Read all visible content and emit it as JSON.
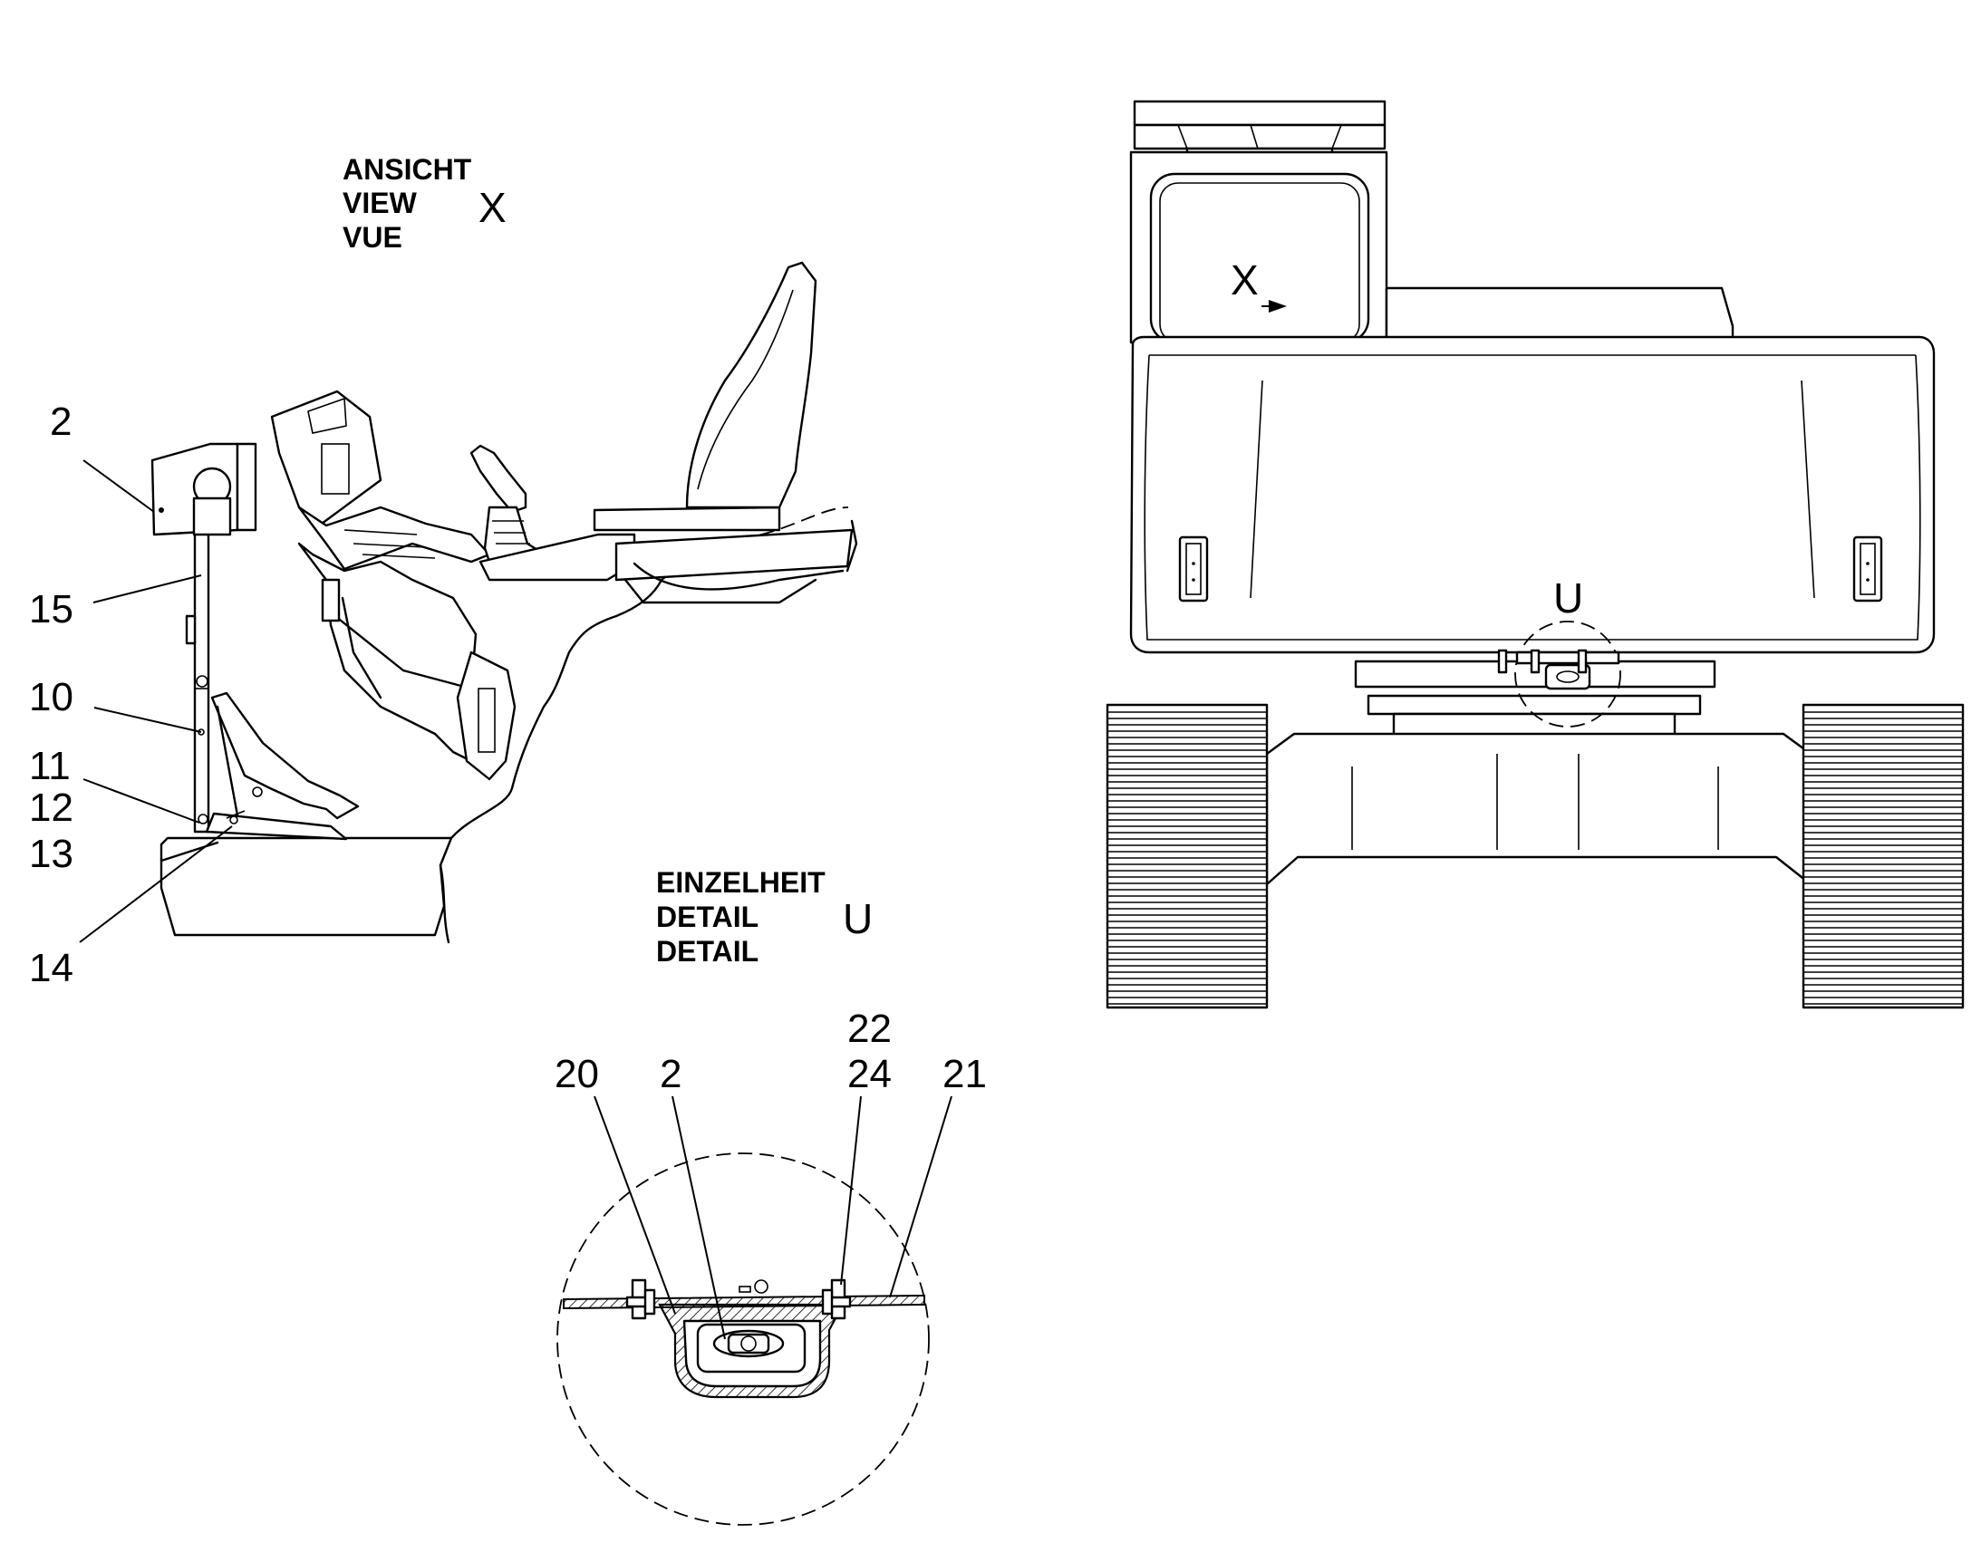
{
  "view_caption": {
    "line1": "ANSICHT",
    "line2": "VIEW",
    "line3": "VUE",
    "letter": "X"
  },
  "detail_caption": {
    "line1": "EINZELHEIT",
    "line2": "DETAIL",
    "line3": "DETAIL",
    "letter": "U"
  },
  "front_view_marks": {
    "view_arrow": "X",
    "detail_circle": "U"
  },
  "side_view_labels": [
    "2",
    "15",
    "10",
    "11",
    "12",
    "13",
    "14"
  ],
  "detail_labels": [
    "20",
    "2",
    "22",
    "24",
    "21"
  ]
}
